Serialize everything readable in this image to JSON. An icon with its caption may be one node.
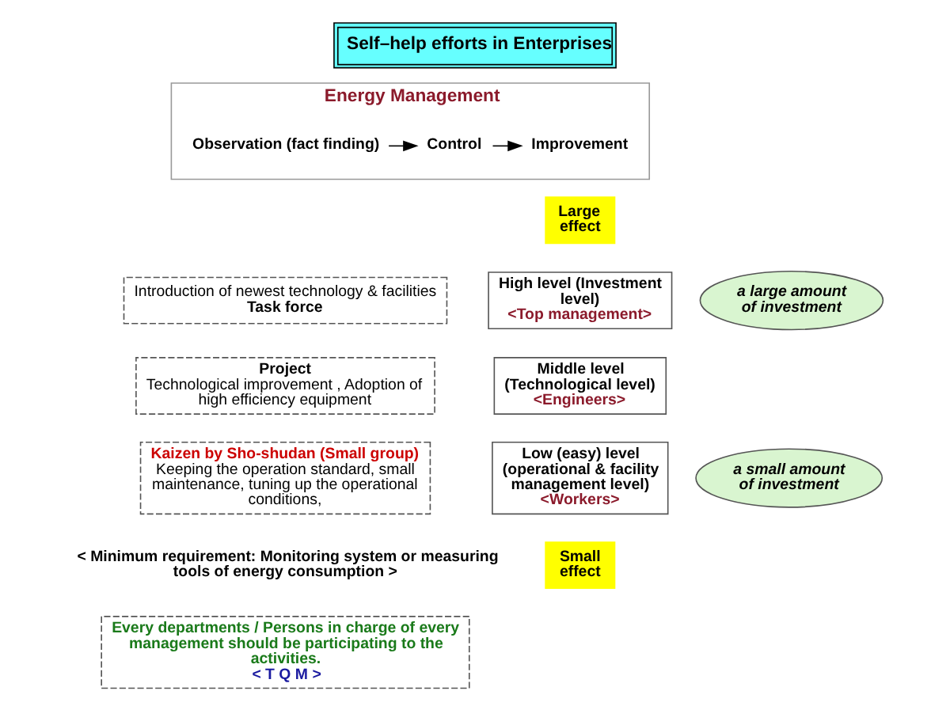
{
  "diagram": {
    "title": "Self–help efforts in Enterprises",
    "nodes": [
      {
        "text": [
          "Energy Management"
        ]
      },
      {
        "text": [
          "Observation (fact finding)"
        ],
        "in": 0
      },
      {
        "text": [
          "Control"
        ],
        "in": 0
      },
      {
        "text": [
          "Improvement"
        ],
        "in": 0
      },
      {
        "text": [
          "Introduction of newest technology & facilities",
          "Task force"
        ]
      },
      {
        "text": [
          "a large amount of investment"
        ]
      },
      {
        "text": [
          "Project",
          "Technological improvement , Adoption of high efficiency equipment"
        ]
      },
      {
        "text": [
          "a small amount of investment"
        ]
      },
      {
        "text": [
          "Kaizen by Sho-shudan (Small group)",
          "Keeping the operation standard, small maintenance, tuning up the operational conditions,"
        ]
      },
      {
        "text": [
          "Large effect"
        ]
      },
      {
        "text": [
          "High level (Investment level)",
          "<Top management>"
        ]
      },
      {
        "text": [
          "Middle level (Technological level)",
          "<Engineers>"
        ]
      },
      {
        "text": [
          "Low (easy) level (operational & facility management level)",
          "<Workers>"
        ]
      },
      {
        "text": [
          "Small effect"
        ]
      },
      {
        "text": [
          "Every departments / Persons in charge of every management should be participating to the activities.",
          "< T Q M >"
        ]
      }
    ],
    "edges": [
      {
        "from": 1,
        "to": 2,
        "arrow": "to"
      },
      {
        "from": 2,
        "to": 3,
        "arrow": "to"
      }
    ],
    "labels": [
      "< Minimum requirement: Monitoring system or measuring tools of energy consumption >"
    ]
  }
}
